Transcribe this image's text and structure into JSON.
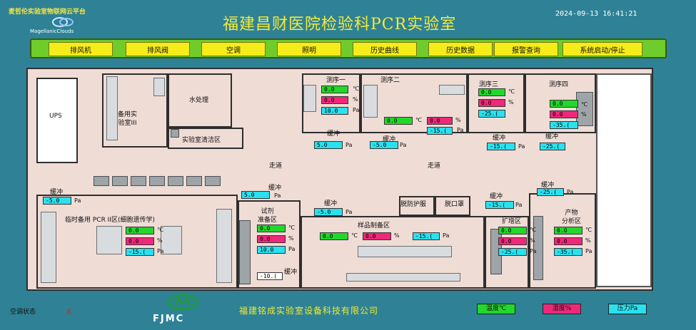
{
  "header": {
    "platform": "麦哲伦实验室物联网云平台",
    "logo_text": "MagellanicClouds",
    "title": "福建昌财医院检验科PCR实验室",
    "datetime": "2024-09-13  16:41:21"
  },
  "toolbar": [
    "排风机",
    "排风阀",
    "空调",
    "照明",
    "历史曲线",
    "历史数据",
    "报警查询",
    "系统启动/停止"
  ],
  "rooms": {
    "ups": "UPS",
    "spare3": "备用实\n验室III",
    "water": "水处理",
    "clean": "实验室清洁区",
    "corridor1": "走道",
    "corridor2": "走道",
    "seq1": "测序一",
    "seq2": "测序二",
    "seq3": "测序三",
    "seq4": "测序四",
    "temp_pcr": "临时备用 PCR II区(细胞遗传学)",
    "reagent": "试剂\n准备区",
    "sample": "样品制备区",
    "protect": "脱防护服",
    "mask": "脱口罩",
    "amp": "扩增区",
    "product": "产物\n分析区"
  },
  "labels": {
    "buffer": "缓冲"
  },
  "units": {
    "t": "℃",
    "h": "%",
    "p": "Pa"
  },
  "readings": {
    "seq1": {
      "t": "0.0",
      "h": "0.0",
      "p": "10.0"
    },
    "seq2": {
      "t": "0.0",
      "h": "0.0",
      "p": "-15.("
    },
    "seq3": {
      "t": "0.0",
      "h": "0.0",
      "p": "-25.("
    },
    "seq4": {
      "t": "0.0",
      "h": "0.0",
      "p": "-35.("
    },
    "buf_seq1": "5.0",
    "buf_seq2": "-5.0",
    "buf_seq3": "-15.(",
    "buf_seq4": "-25.(",
    "buf_left": "-5.0",
    "buf_reagent": "5.0",
    "buf_protect": "-5.0",
    "buf_amp": "-15.(",
    "buf_product": "-25.(",
    "temp_pcr": {
      "t": "0.0",
      "h": "0.0",
      "p": "-15.("
    },
    "reagent": {
      "t": "0.0",
      "h": "0.0",
      "p": "10.0"
    },
    "sample": {
      "t": "0.0",
      "h": "0.0",
      "p": "-15.("
    },
    "amp": {
      "t": "0.0",
      "h": "0.0",
      "p": "-25.("
    },
    "product": {
      "t": "0.0",
      "h": "0.0",
      "p": "-35.("
    },
    "bottom": "-10.("
  },
  "footer": {
    "company": "福建铭成实验室设备科技有限公司",
    "fjmc": "FJMC",
    "ac_label": "空调状态",
    "ac_value": "关",
    "legend": {
      "temp": "温度℃",
      "hum": "湿度%",
      "pres": "压力Pa"
    }
  },
  "colors": {
    "temp": "#22d82a",
    "hum": "#f0287a",
    "pres": "#2ae1ef",
    "toolbar": "#6fcc2a",
    "button": "#f6ec1a",
    "title": "#f4ea3a"
  }
}
